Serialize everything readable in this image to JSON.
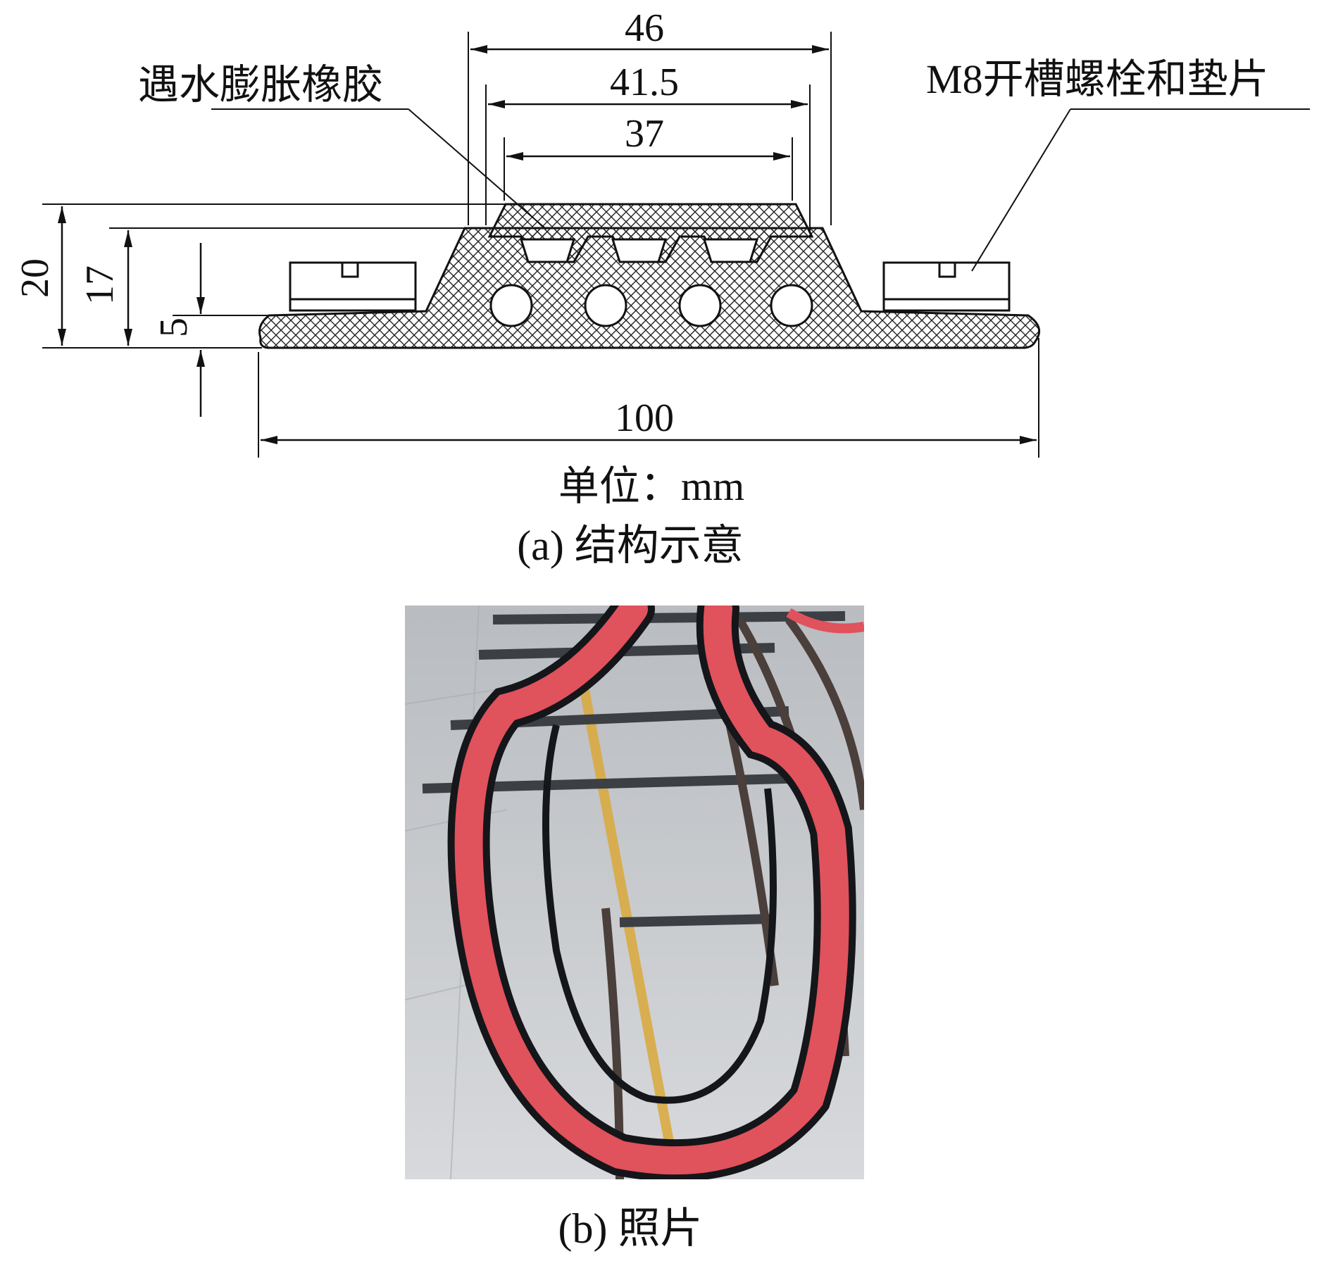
{
  "diagram": {
    "dimensions": {
      "top_width_outer": "46",
      "top_width_middle": "41.5",
      "top_width_inner": "37",
      "total_height": "20",
      "body_height": "17",
      "base_thickness": "5",
      "total_width": "100"
    },
    "labels": {
      "swelling_rubber": "遇水膨胀橡胶",
      "bolt_washer": "M8开槽螺栓和垫片",
      "unit": "单位：mm"
    },
    "captions": {
      "structure": "(a) 结构示意",
      "photo": "(b) 照片"
    },
    "colors": {
      "line": "#111111",
      "rubber_red": "#e0525c",
      "rubber_black": "#14161a",
      "floor": "#c9ccd0"
    }
  }
}
